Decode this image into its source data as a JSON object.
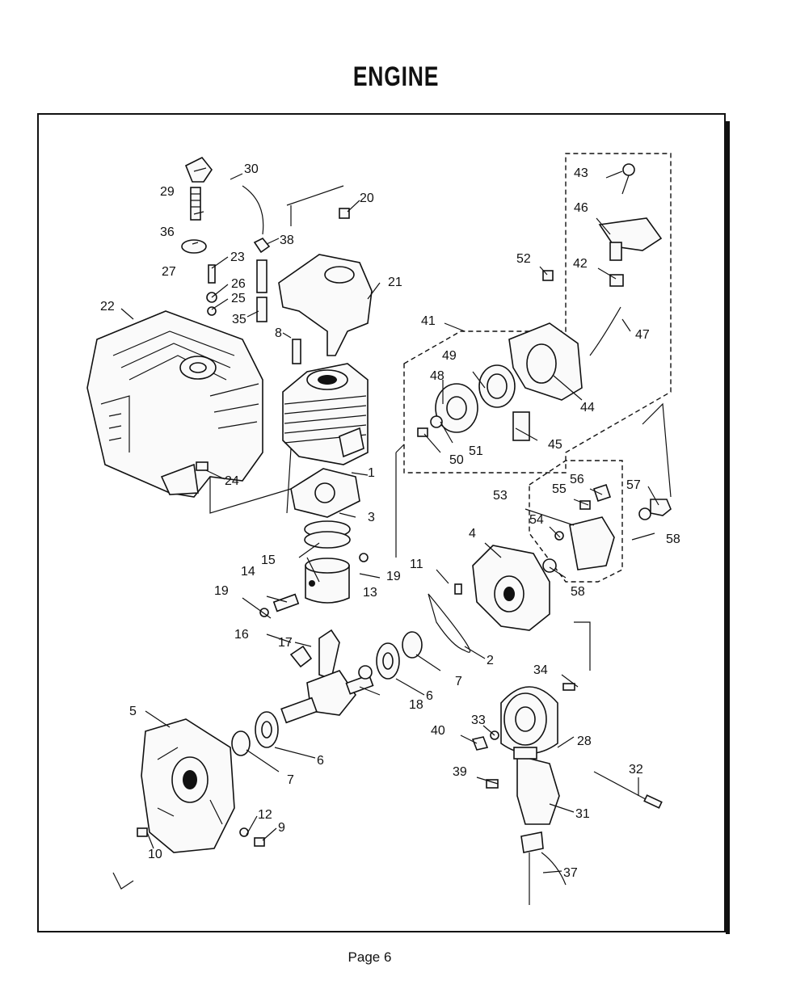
{
  "title": "ENGINE",
  "footer": "Page 6",
  "labels": [
    {
      "id": "l1",
      "text": "1"
    },
    {
      "id": "l2",
      "text": "2"
    },
    {
      "id": "l3",
      "text": "3"
    },
    {
      "id": "l4",
      "text": "4"
    },
    {
      "id": "l5",
      "text": "5"
    },
    {
      "id": "l6a",
      "text": "6"
    },
    {
      "id": "l6b",
      "text": "6"
    },
    {
      "id": "l7a",
      "text": "7"
    },
    {
      "id": "l7b",
      "text": "7"
    },
    {
      "id": "l8",
      "text": "8"
    },
    {
      "id": "l9",
      "text": "9"
    },
    {
      "id": "l10",
      "text": "10"
    },
    {
      "id": "l11",
      "text": "11"
    },
    {
      "id": "l12",
      "text": "12"
    },
    {
      "id": "l13",
      "text": "13"
    },
    {
      "id": "l14",
      "text": "14"
    },
    {
      "id": "l15",
      "text": "15"
    },
    {
      "id": "l16",
      "text": "16"
    },
    {
      "id": "l17",
      "text": "17"
    },
    {
      "id": "l18",
      "text": "18"
    },
    {
      "id": "l19a",
      "text": "19"
    },
    {
      "id": "l19b",
      "text": "19"
    },
    {
      "id": "l20",
      "text": "20"
    },
    {
      "id": "l21",
      "text": "21"
    },
    {
      "id": "l22",
      "text": "22"
    },
    {
      "id": "l23",
      "text": "23"
    },
    {
      "id": "l24",
      "text": "24"
    },
    {
      "id": "l25",
      "text": "25"
    },
    {
      "id": "l26",
      "text": "26"
    },
    {
      "id": "l27",
      "text": "27"
    },
    {
      "id": "l28",
      "text": "28"
    },
    {
      "id": "l29",
      "text": "29"
    },
    {
      "id": "l30",
      "text": "30"
    },
    {
      "id": "l31",
      "text": "31"
    },
    {
      "id": "l32",
      "text": "32"
    },
    {
      "id": "l33",
      "text": "33"
    },
    {
      "id": "l34",
      "text": "34"
    },
    {
      "id": "l35",
      "text": "35"
    },
    {
      "id": "l36",
      "text": "36"
    },
    {
      "id": "l37",
      "text": "37"
    },
    {
      "id": "l38",
      "text": "38"
    },
    {
      "id": "l39",
      "text": "39"
    },
    {
      "id": "l40",
      "text": "40"
    },
    {
      "id": "l41",
      "text": "41"
    },
    {
      "id": "l42",
      "text": "42"
    },
    {
      "id": "l43",
      "text": "43"
    },
    {
      "id": "l44",
      "text": "44"
    },
    {
      "id": "l45",
      "text": "45"
    },
    {
      "id": "l46",
      "text": "46"
    },
    {
      "id": "l47",
      "text": "47"
    },
    {
      "id": "l48",
      "text": "48"
    },
    {
      "id": "l49",
      "text": "49"
    },
    {
      "id": "l50",
      "text": "50"
    },
    {
      "id": "l51",
      "text": "51"
    },
    {
      "id": "l52",
      "text": "52"
    },
    {
      "id": "l53",
      "text": "53"
    },
    {
      "id": "l54",
      "text": "54"
    },
    {
      "id": "l55",
      "text": "55"
    },
    {
      "id": "l56",
      "text": "56"
    },
    {
      "id": "l57",
      "text": "57"
    },
    {
      "id": "l58a",
      "text": "58"
    },
    {
      "id": "l58b",
      "text": "58"
    }
  ]
}
